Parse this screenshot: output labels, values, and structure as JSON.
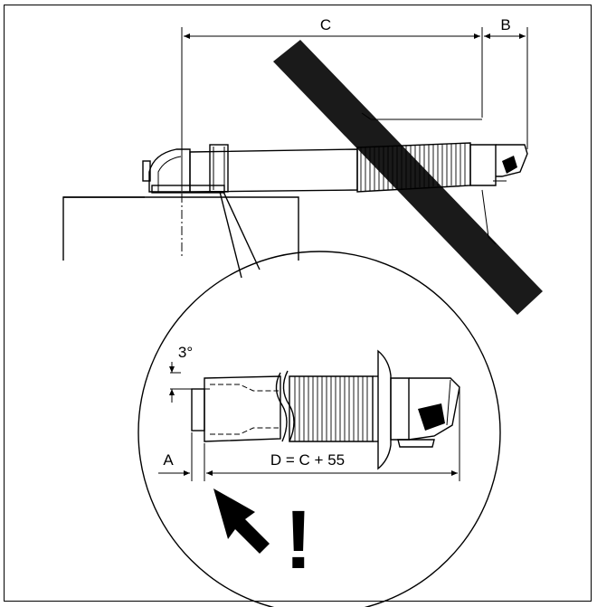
{
  "labels": {
    "dim_c": "C",
    "dim_b": "B",
    "dim_a": "A",
    "dim_d": "D = C + 55",
    "angle": "3°",
    "warning": "!"
  }
}
